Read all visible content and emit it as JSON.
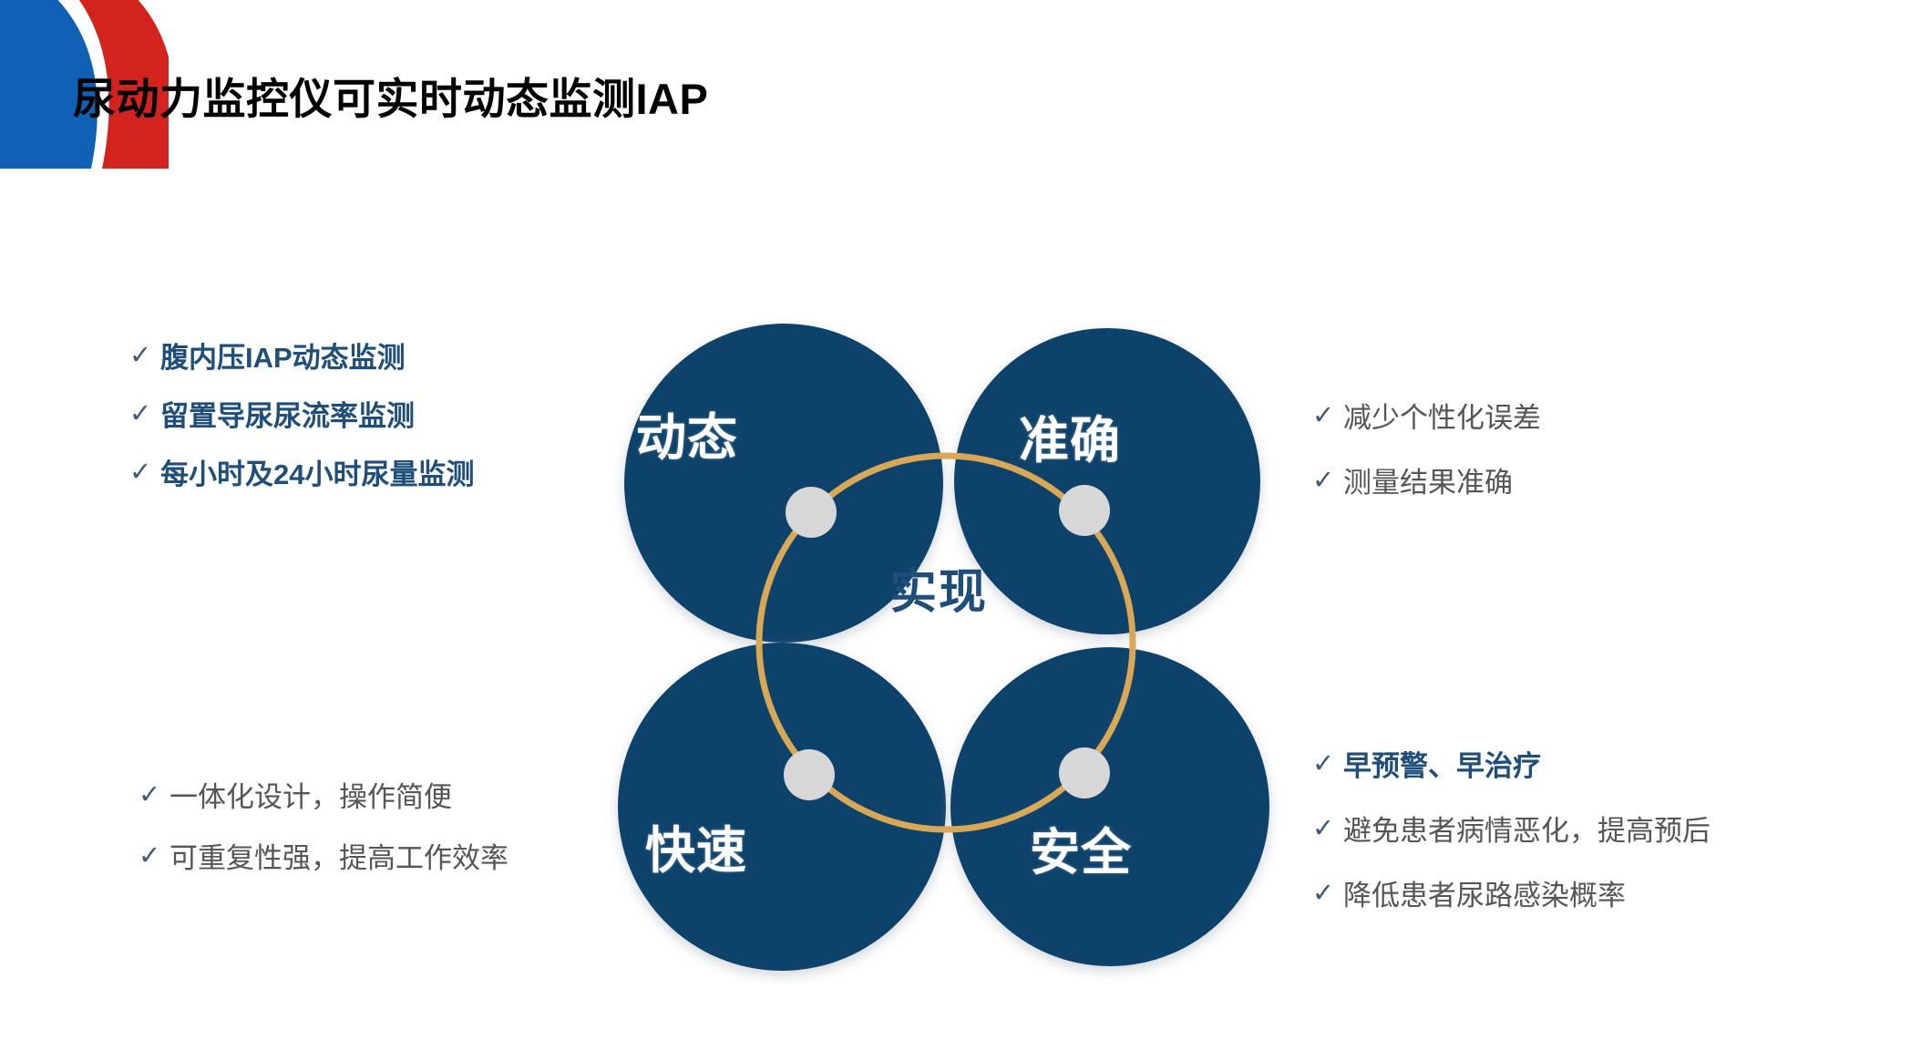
{
  "slide": {
    "title": "尿动力监控仪可实时动态监测IAP",
    "background_color": "#ffffff"
  },
  "colors": {
    "circle_navy": "#0a426b",
    "ring_gold": "#d9a857",
    "dot_gray": "#d3d3d3",
    "emphasis_blue": "#1f4e79",
    "body_gray": "#555555",
    "check_blue": "#3d5775",
    "logo_blue": "#1061b5",
    "logo_red": "#d2231f"
  },
  "corner_logo": {
    "name": "corner-logo-decoration",
    "blue_color": "#1061b5",
    "red_color": "#d2231f"
  },
  "diagram": {
    "center_label": "实现",
    "nodes": [
      {
        "id": "dynamic",
        "label": "动态",
        "position": "top-left"
      },
      {
        "id": "accurate",
        "label": "准确",
        "position": "top-right"
      },
      {
        "id": "fast",
        "label": "快速",
        "position": "bottom-left"
      },
      {
        "id": "safe",
        "label": "安全",
        "position": "bottom-right"
      }
    ],
    "connector_dots": 4,
    "ring_color": "#d9a857"
  },
  "lists": {
    "top_left": {
      "emphasis": true,
      "check_glyph": "✓",
      "items": [
        "腹内压IAP动态监测",
        "留置导尿尿流率监测",
        "每小时及24小时尿量监测"
      ]
    },
    "bottom_left": {
      "emphasis": false,
      "check_glyph": "✓",
      "items": [
        "一体化设计，操作简便",
        "可重复性强，提高工作效率"
      ]
    },
    "top_right": {
      "emphasis": false,
      "check_glyph": "✓",
      "items": [
        "减少个性化误差",
        "测量结果准确"
      ]
    },
    "bottom_right": {
      "check_glyph": "✓",
      "items": [
        {
          "text": "早预警、早治疗",
          "emphasis": true
        },
        {
          "text": "避免患者病情恶化，提高预后",
          "emphasis": false
        },
        {
          "text": "降低患者尿路感染概率",
          "emphasis": false
        }
      ]
    }
  }
}
